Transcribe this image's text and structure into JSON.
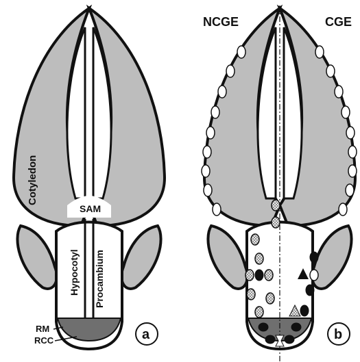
{
  "panel_a": {
    "label_cotyledon": "Cotyledon",
    "label_sam": "SAM",
    "label_hypocotyl": "Hypocotyl",
    "label_procambium": "Procambium",
    "label_rm": "RM",
    "label_rcc": "RCC",
    "panel_letter": "a"
  },
  "panel_b": {
    "label_ncge": "NCGE",
    "label_cge": "CGE",
    "panel_letter": "b"
  },
  "colors": {
    "tissue_gray": "#bdbdbd",
    "dark_band": "#6f6f6f",
    "outline": "#111111"
  }
}
